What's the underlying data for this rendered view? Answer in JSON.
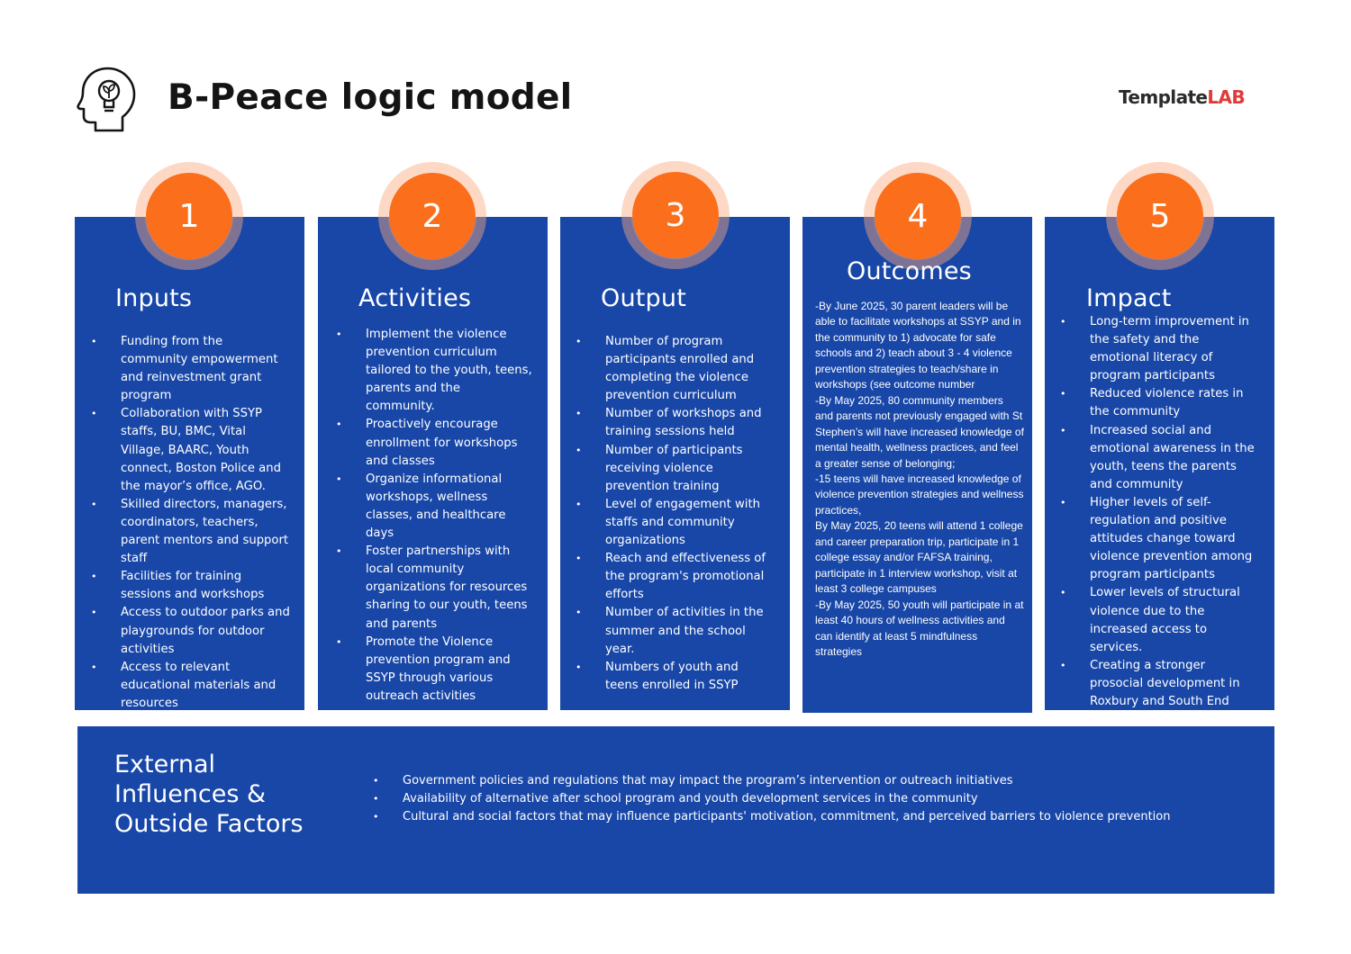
{
  "header": {
    "title": "B-Peace logic model",
    "brand_part1": "Template",
    "brand_part2": "LAB",
    "icon": "head-lightbulb-icon"
  },
  "colors": {
    "panel_blue": "#1847a8",
    "step_orange": "#fb6f1c",
    "brand_red": "#e23a3a"
  },
  "steps": [
    {
      "number": "1",
      "title": "Inputs",
      "items": [
        "Funding from the community empowerment and reinvestment grant program",
        "Collaboration with SSYP staffs, BU, BMC, Vital Village, BAARC, Youth connect, Boston Police and the mayor’s office, AGO.",
        "Skilled directors, managers, coordinators, teachers, parent mentors and support staff",
        "Facilities for training sessions and workshops",
        "Access to outdoor parks and playgrounds for outdoor activities",
        "Access to relevant educational materials and resources"
      ]
    },
    {
      "number": "2",
      "title": "Activities",
      "items": [
        "Implement the violence prevention curriculum tailored to the youth, teens, parents and the community.",
        "Proactively encourage enrollment for workshops and classes",
        "Organize informational workshops, wellness classes, and healthcare days",
        "Foster partnerships with local community organizations for resources sharing to our youth, teens and parents",
        "Promote the Violence prevention program and SSYP through various outreach activities"
      ]
    },
    {
      "number": "3",
      "title": "Output",
      "items": [
        "Number of program participants enrolled and completing the violence prevention curriculum",
        "Number of workshops and training sessions held",
        "Number of participants receiving violence prevention training",
        "Level of engagement with staffs and community organizations",
        "Reach and effectiveness of the program's promotional efforts",
        "Number of activities in the summer and the school year.",
        "Numbers of youth and teens enrolled in SSYP"
      ]
    },
    {
      "number": "4",
      "title": "Outcomes",
      "paragraphs": [
        "-By June 2025, 30 parent leaders will be able to facilitate workshops at SSYP and in the community to 1) advocate for safe schools and 2) teach about 3 - 4 violence prevention strategies to teach/share in workshops (see outcome number",
        "-By May 2025, 80 community members and parents not previously engaged with St Stephen’s will have increased knowledge of mental health, wellness practices, and feel a greater sense of belonging;",
        "-15 teens will have increased knowledge of violence prevention strategies and wellness practices,",
        "By May 2025, 20 teens will attend 1 college and career preparation trip, participate in 1 college essay and/or FAFSA training, participate in 1 interview workshop, visit at least 3 college campuses",
        "-By May 2025, 50 youth will participate in at least 40 hours of wellness activities and can identify at least 5 mindfulness strategies"
      ]
    },
    {
      "number": "5",
      "title": "Impact",
      "items": [
        "Long-term improvement in the safety and the emotional literacy of program participants",
        "Reduced violence rates in the community",
        "Increased social and emotional awareness in the youth, teens the parents and community",
        "Higher levels of self-regulation and positive attitudes change toward violence prevention among program participants",
        "Lower levels of structural violence due to the increased access to services.",
        "Creating a stronger prosocial development in Roxbury and South End"
      ]
    }
  ],
  "external": {
    "title": "External Influences & Outside Factors",
    "items": [
      "Government policies and regulations that may impact the program’s intervention or outreach initiatives",
      "Availability of alternative after school program and youth development services in the community",
      "Cultural and social factors that may influence participants' motivation, commitment, and perceived barriers to violence prevention"
    ]
  }
}
